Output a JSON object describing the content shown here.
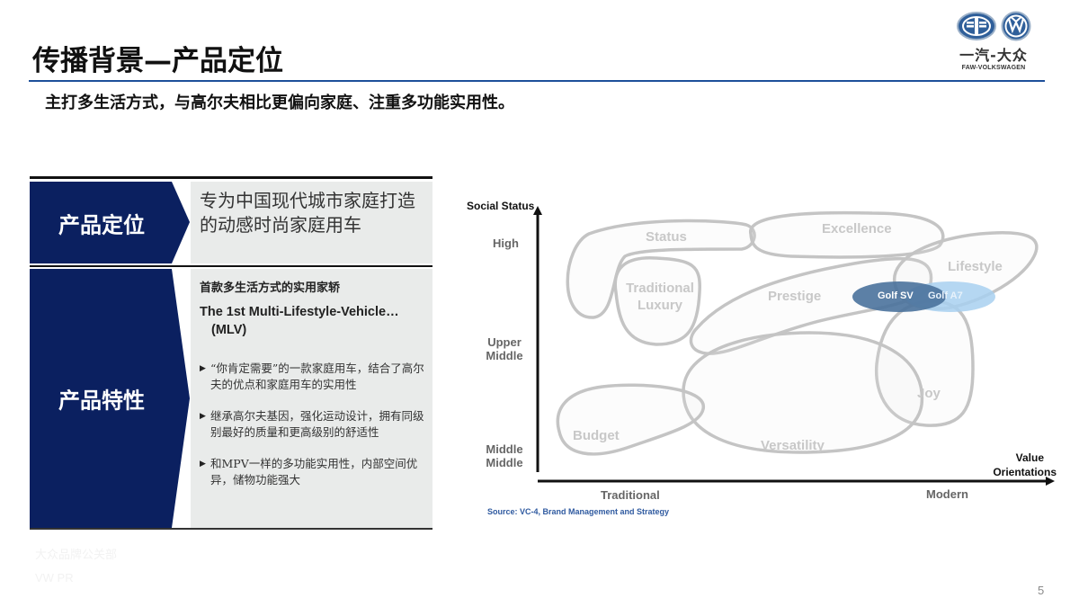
{
  "header": {
    "title": "传播背景—产品定位",
    "subtitle": "主打多生活方式，与高尔夫相比更偏向家庭、注重多功能实用性。",
    "rule_color": "#1d4f9a"
  },
  "logo": {
    "cn": "一汽-大众",
    "en": "FAW-VOLKSWAGEN"
  },
  "table": {
    "accent_color": "#0b2060",
    "rows": [
      {
        "label": "产品定位",
        "text": "专为中国现代城市家庭打造的动感时尚家庭用车"
      },
      {
        "label": "产品特性",
        "heading": "首款多生活方式的实用家轿",
        "english_line1": "The 1st Multi-Lifestyle-Vehicle…",
        "english_line2": "(MLV)",
        "bullets": [
          "“你肯定需要”的一款家庭用车，结合了高尔夫的优点和家庭用车的实用性",
          "继承高尔夫基因，强化运动设计，拥有同级别最好的质量和更高级别的舒适性",
          "和MPV一样的多功能实用性，内部空间优异，储物功能强大"
        ]
      }
    ]
  },
  "chart_data": {
    "type": "positioning-map",
    "ylabel": "Social Status",
    "xlabel": "Value Orientations",
    "y_ticks": [
      "High",
      "Upper Middle",
      "Middle Middle"
    ],
    "x_ticks": [
      "Traditional",
      "Modern"
    ],
    "segments": [
      "Status",
      "Excellence",
      "Traditional Luxury",
      "Prestige",
      "Lifestyle",
      "Joy",
      "Budget",
      "Versatility"
    ],
    "products": [
      {
        "name": "Golf SV",
        "color": "#4a729c",
        "segment": "Prestige/Lifestyle"
      },
      {
        "name": "Golf A7",
        "color": "#a8d0f0",
        "segment": "Lifestyle"
      }
    ],
    "source": "Source: VC-4, Brand Management  and Strategy"
  },
  "chart_labels": {
    "y_axis": "Social Status",
    "x_axis_1": "Value",
    "x_axis_2": "Orientations",
    "y_high": "High",
    "y_upper_1": "Upper",
    "y_upper_2": "Middle",
    "y_middle_1": "Middle",
    "y_middle_2": "Middle",
    "x_traditional": "Traditional",
    "x_modern": "Modern",
    "seg_status": "Status",
    "seg_excellence": "Excellence",
    "seg_trad_1": "Traditional",
    "seg_trad_2": "Luxury",
    "seg_prestige": "Prestige",
    "seg_lifestyle": "Lifestyle",
    "seg_joy": "Joy",
    "seg_budget": "Budget",
    "seg_versatility": "Versatility",
    "golf_sv": "Golf SV",
    "golf_a7": "Golf A7",
    "source": "Source: VC-4, Brand Management  and Strategy"
  },
  "footer": {
    "dept": "大众品牌公关部",
    "dept_en": "VW PR",
    "page": "5"
  }
}
